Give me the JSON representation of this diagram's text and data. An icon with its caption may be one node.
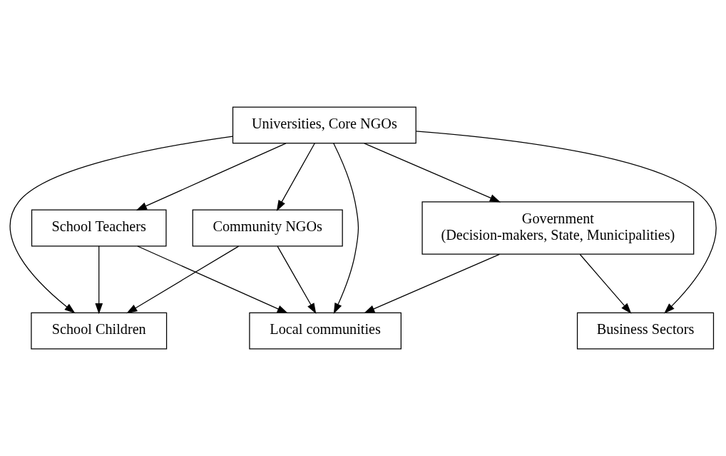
{
  "diagram": {
    "nodes": [
      {
        "text": [
          "Universities, Core NGOs"
        ]
      },
      {
        "text": [
          "School Teachers"
        ]
      },
      {
        "text": [
          "Community NGOs"
        ]
      },
      {
        "text": [
          "Government",
          "(Decision-makers, State, Municipalities)"
        ]
      },
      {
        "text": [
          "School Children"
        ]
      },
      {
        "text": [
          "Local communities"
        ]
      },
      {
        "text": [
          "Business Sectors"
        ]
      }
    ],
    "edges": [
      {
        "from": 0,
        "to": 1,
        "arrow": "to"
      },
      {
        "from": 0,
        "to": 4,
        "arrow": "to"
      },
      {
        "from": 0,
        "to": 2,
        "arrow": "to"
      },
      {
        "from": 0,
        "to": 5,
        "arrow": "to"
      },
      {
        "from": 0,
        "to": 3,
        "arrow": "to"
      },
      {
        "from": 0,
        "to": 6,
        "arrow": "to"
      },
      {
        "from": 1,
        "to": 4,
        "arrow": "to"
      },
      {
        "from": 1,
        "to": 5,
        "arrow": "to"
      },
      {
        "from": 2,
        "to": 4,
        "arrow": "to"
      },
      {
        "from": 2,
        "to": 5,
        "arrow": "to"
      },
      {
        "from": 3,
        "to": 5,
        "arrow": "to"
      },
      {
        "from": 3,
        "to": 6,
        "arrow": "to"
      }
    ]
  }
}
